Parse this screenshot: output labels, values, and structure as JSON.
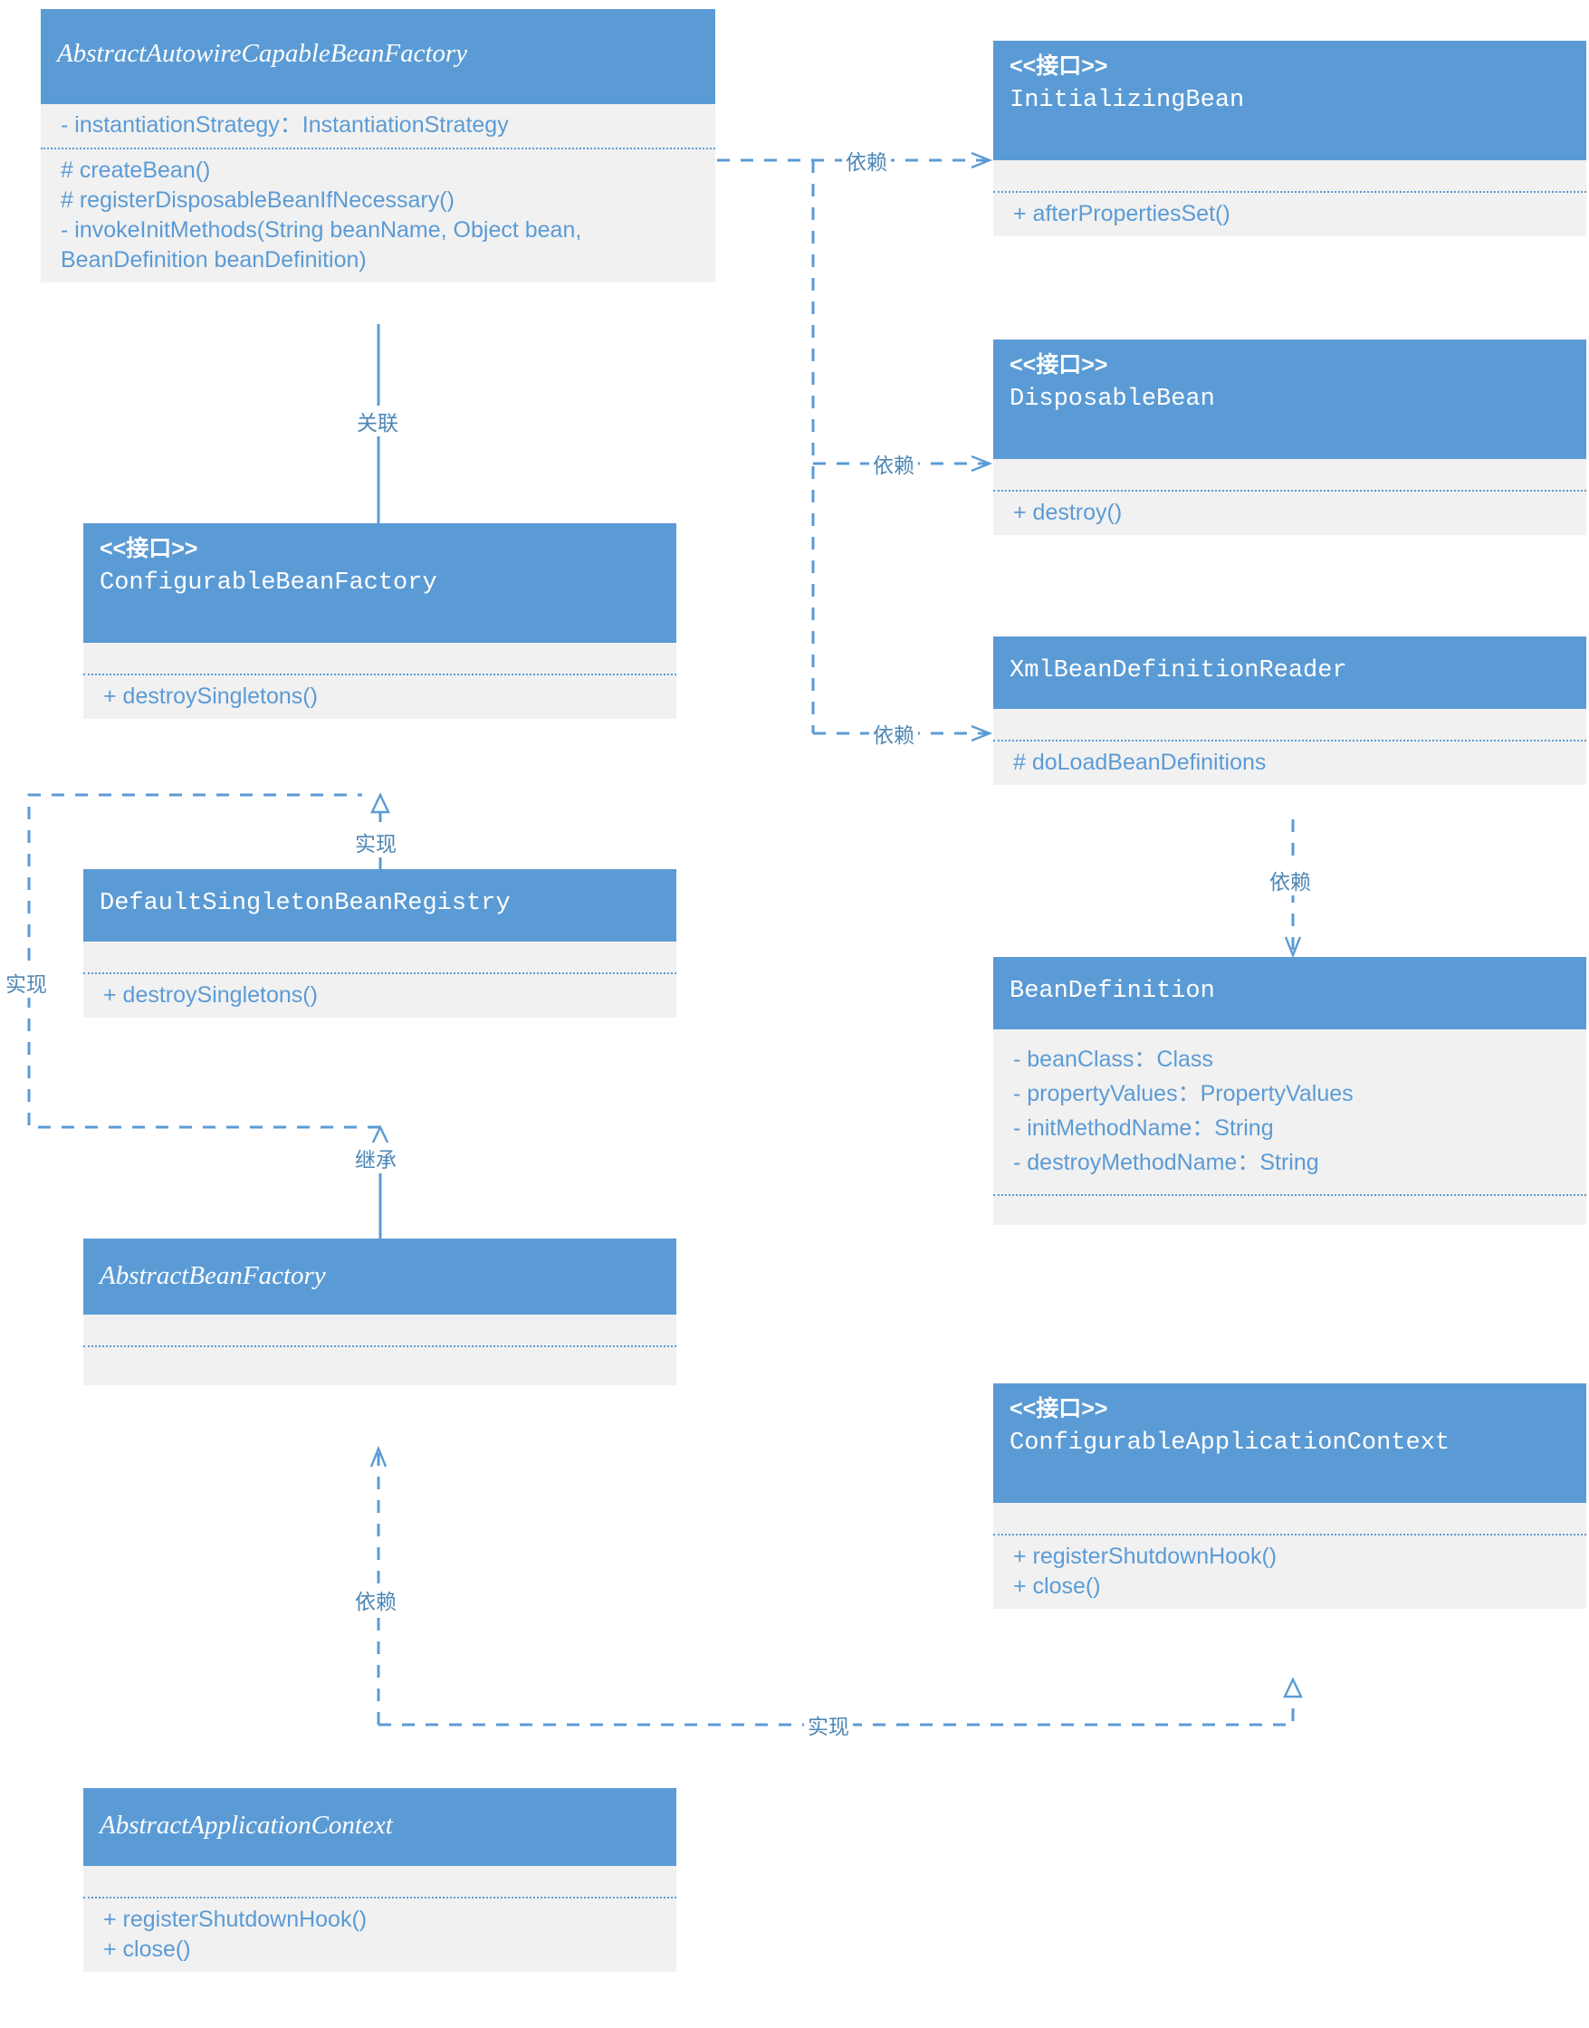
{
  "diagram": {
    "title": "Spring IoC BeanFactory / ApplicationContext UML class diagram",
    "accent": "#5b9bd5",
    "body_bg": "#f1f1f1",
    "text_color": "#5b9bd5",
    "stereotype_interface": "<<接口>>"
  },
  "classes": {
    "abstract_autowire_capable_bean_factory": {
      "name": "AbstractAutowireCapableBeanFactory",
      "kind": "abstract-class",
      "attributes": [
        "- instantiationStrategy：InstantiationStrategy"
      ],
      "methods": [
        "# createBean()",
        "# registerDisposableBeanIfNecessary()",
        "- invokeInitMethods(String beanName, Object bean, BeanDefinition beanDefinition)"
      ]
    },
    "initializing_bean": {
      "stereotype": "<<接口>>",
      "name": "InitializingBean",
      "kind": "interface",
      "attributes": [],
      "methods": [
        "+ afterPropertiesSet()"
      ]
    },
    "disposable_bean": {
      "stereotype": "<<接口>>",
      "name": "DisposableBean",
      "kind": "interface",
      "attributes": [],
      "methods": [
        "+ destroy()"
      ]
    },
    "xml_bean_definition_reader": {
      "name": "XmlBeanDefinitionReader",
      "kind": "class",
      "attributes": [],
      "methods": [
        "# doLoadBeanDefinitions"
      ]
    },
    "bean_definition": {
      "name": "BeanDefinition",
      "kind": "class",
      "attributes": [
        "- beanClass：Class",
        "- propertyValues：PropertyValues",
        "- initMethodName：String",
        "- destroyMethodName：String"
      ],
      "methods": []
    },
    "configurable_bean_factory": {
      "stereotype": "<<接口>>",
      "name": "ConfigurableBeanFactory",
      "kind": "interface",
      "attributes": [],
      "methods": [
        "+ destroySingletons()"
      ]
    },
    "default_singleton_bean_registry": {
      "name": "DefaultSingletonBeanRegistry",
      "kind": "class",
      "attributes": [],
      "methods": [
        "+ destroySingletons()"
      ]
    },
    "abstract_bean_factory": {
      "name": "AbstractBeanFactory",
      "kind": "abstract-class",
      "attributes": [],
      "methods": []
    },
    "configurable_application_context": {
      "stereotype": "<<接口>>",
      "name": "ConfigurableApplicationContext",
      "kind": "interface",
      "attributes": [],
      "methods": [
        "+ registerShutdownHook()",
        "+ close()"
      ]
    },
    "abstract_application_context": {
      "name": "AbstractApplicationContext",
      "kind": "abstract-class",
      "attributes": [],
      "methods": [
        "+ registerShutdownHook()",
        "+ close()"
      ]
    }
  },
  "edges": {
    "dep_initializing_bean": "依赖",
    "dep_disposable_bean": "依赖",
    "dep_xml_reader": "依赖",
    "assoc_configurable_bean_factory": "关联",
    "impl_configurable_bean_factory": "实现",
    "impl_configurable_bean_factory_left": "实现",
    "inherit_abstract_bean_factory": "继承",
    "dep_bean_definition": "依赖",
    "dep_abstract_bean_factory": "依赖",
    "impl_application_context": "实现"
  }
}
